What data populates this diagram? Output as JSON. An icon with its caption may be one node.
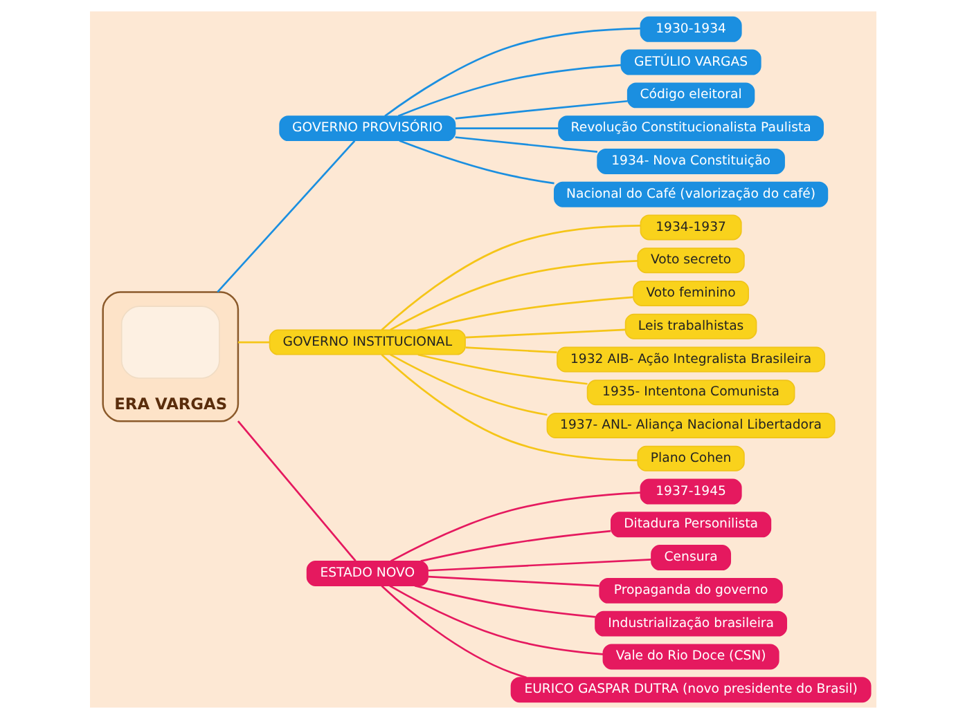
{
  "diagram": {
    "nodes": [
      {
        "text": [
          "ERA VARGAS"
        ]
      },
      {
        "text": [],
        "shape": "box",
        "in": 0
      },
      {
        "text": [
          "GOVERNO PROVISÓRIO"
        ]
      },
      {
        "text": [
          "1930-1934"
        ]
      },
      {
        "text": [
          "GETÚLIO VARGAS"
        ]
      },
      {
        "text": [
          "Código eleitoral"
        ]
      },
      {
        "text": [
          "Revolução Constitucionalista Paulista"
        ]
      },
      {
        "text": [
          "1934- Nova Constituição"
        ]
      },
      {
        "text": [
          "Nacional do Café (valorização do café)"
        ]
      },
      {
        "text": [
          "GOVERNO INSTITUCIONAL"
        ]
      },
      {
        "text": [
          "1934-1937"
        ]
      },
      {
        "text": [
          "Voto secreto"
        ]
      },
      {
        "text": [
          "Voto feminino"
        ]
      },
      {
        "text": [
          "Leis trabalhistas"
        ]
      },
      {
        "text": [
          "1932 AIB- Ação Integralista Brasileira"
        ]
      },
      {
        "text": [
          "1935- Intentona Comunista"
        ]
      },
      {
        "text": [
          "1937- ANL- Aliança Nacional Libertadora"
        ]
      },
      {
        "text": [
          "Plano Cohen"
        ]
      },
      {
        "text": [
          "ESTADO NOVO"
        ]
      },
      {
        "text": [
          "1937-1945"
        ]
      },
      {
        "text": [
          "Ditadura Personilista"
        ]
      },
      {
        "text": [
          "Censura"
        ]
      },
      {
        "text": [
          "Propaganda do governo"
        ]
      },
      {
        "text": [
          "Industrialização brasileira"
        ]
      },
      {
        "text": [
          "Vale do Rio Doce (CSN)"
        ]
      },
      {
        "text": [
          "EURICO GASPAR DUTRA (novo presidente do Brasil)"
        ]
      }
    ],
    "edges": [
      {
        "from": 0,
        "to": 2,
        "arrow": "none",
        "color": "#1b8fe0"
      },
      {
        "from": 2,
        "to": 3,
        "arrow": "none",
        "color": "#1b8fe0"
      },
      {
        "from": 2,
        "to": 4,
        "arrow": "none",
        "color": "#1b8fe0"
      },
      {
        "from": 2,
        "to": 5,
        "arrow": "none",
        "color": "#1b8fe0"
      },
      {
        "from": 2,
        "to": 6,
        "arrow": "none",
        "color": "#1b8fe0"
      },
      {
        "from": 2,
        "to": 7,
        "arrow": "none",
        "color": "#1b8fe0"
      },
      {
        "from": 2,
        "to": 8,
        "arrow": "none",
        "color": "#1b8fe0"
      },
      {
        "from": 0,
        "to": 9,
        "arrow": "none"
      },
      {
        "from": 9,
        "to": 10,
        "arrow": "none"
      },
      {
        "from": 9,
        "to": 11,
        "arrow": "none"
      },
      {
        "from": 9,
        "to": 12,
        "arrow": "none"
      },
      {
        "from": 9,
        "to": 13,
        "arrow": "none"
      },
      {
        "from": 9,
        "to": 14,
        "arrow": "none"
      },
      {
        "from": 9,
        "to": 15,
        "arrow": "none"
      },
      {
        "from": 9,
        "to": 16,
        "arrow": "none"
      },
      {
        "from": 9,
        "to": 17,
        "arrow": "none"
      },
      {
        "from": 0,
        "to": 18,
        "arrow": "none",
        "color": "#e5195f"
      },
      {
        "from": 18,
        "to": 19,
        "arrow": "none",
        "color": "#e5195f"
      },
      {
        "from": 18,
        "to": 20,
        "arrow": "none",
        "color": "#e5195f"
      },
      {
        "from": 18,
        "to": 21,
        "arrow": "none",
        "color": "#e5195f"
      },
      {
        "from": 18,
        "to": 22,
        "arrow": "none",
        "color": "#e5195f"
      },
      {
        "from": 18,
        "to": 23,
        "arrow": "none",
        "color": "#e5195f"
      },
      {
        "from": 18,
        "to": 24,
        "arrow": "none",
        "color": "#e5195f"
      },
      {
        "from": 18,
        "to": 25,
        "arrow": "none",
        "color": "#e5195f"
      }
    ]
  }
}
